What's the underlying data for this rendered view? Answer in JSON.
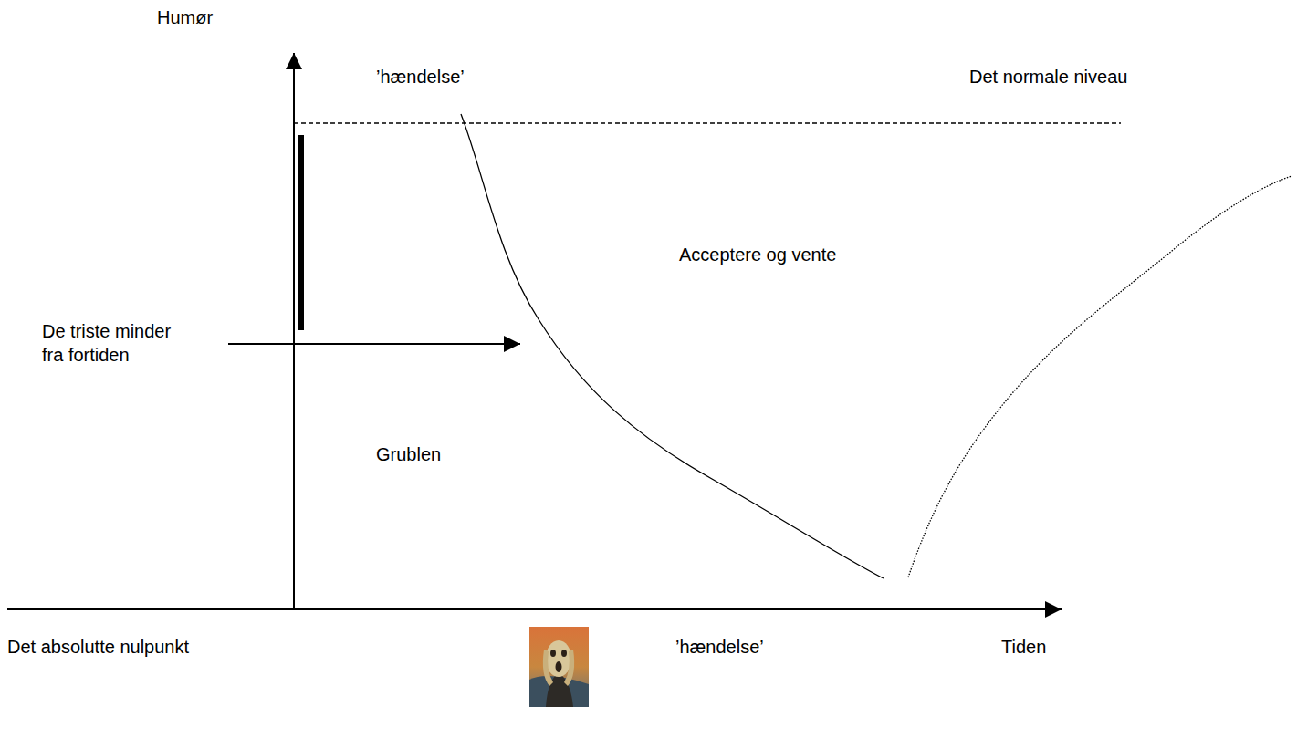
{
  "diagram": {
    "labels": [
      "Humør",
      "’hændelse’",
      "Det normale niveau",
      "Acceptere og vente",
      "De triste minder fra fortiden",
      "Grublen",
      "Det absolutte nulpunkt",
      "’hændelse’",
      "Tiden"
    ]
  }
}
